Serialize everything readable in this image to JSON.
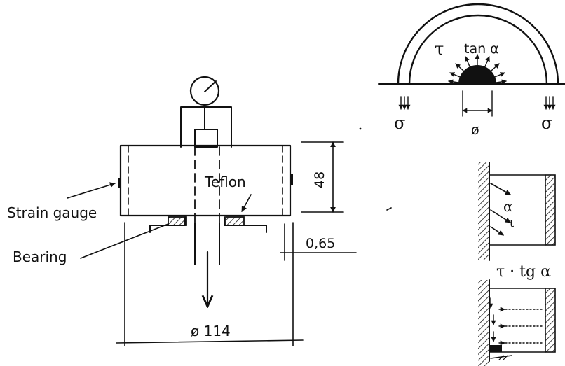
{
  "labels": {
    "strain_gauge": "Strain gauge",
    "bearing": "Bearing",
    "teflon": "Teflon",
    "height_dim": "48",
    "gap_dim": "0,65",
    "diameter_dim": "ø 114"
  },
  "arc_diagram": {
    "tau": "τ",
    "tan_alpha": "tan α",
    "sigma_left": "σ",
    "sigma_right": "σ",
    "phi": "ø"
  },
  "side_views": {
    "alpha": "α",
    "tau": "τ",
    "tau_tg_alpha": "τ · tg α"
  }
}
